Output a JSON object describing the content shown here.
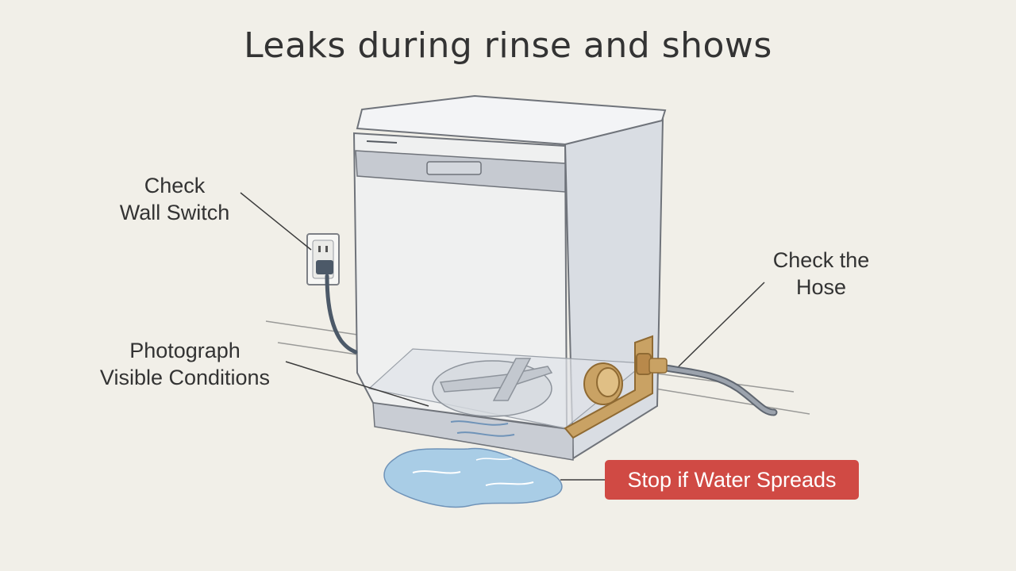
{
  "title": "Leaks during rinse and shows",
  "callouts": {
    "wall_switch": [
      "Check",
      "Wall Switch"
    ],
    "photograph": [
      "Photograph",
      "Visible Conditions"
    ],
    "hose": [
      "Check the",
      "Hose"
    ],
    "stop": "Stop if Water Spreads"
  },
  "colors": {
    "background": "#f1efe8",
    "text": "#333333",
    "warning": "#d04a44",
    "water": "#a9cde6",
    "fitting": "#c9a264",
    "appliance": "#e4e7ec"
  }
}
